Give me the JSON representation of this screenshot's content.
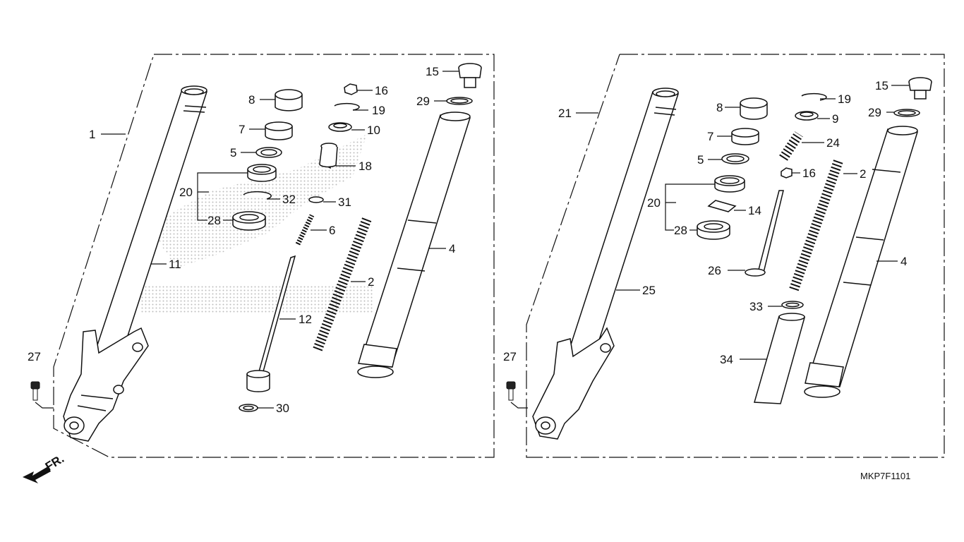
{
  "diagram_code": "MKP7F1101",
  "direction_label": "FR.",
  "left_panel": {
    "callouts": [
      "1",
      "8",
      "7",
      "5",
      "20",
      "28",
      "11",
      "16",
      "19",
      "10",
      "18",
      "32",
      "31",
      "6",
      "12",
      "2",
      "30",
      "15",
      "29",
      "4",
      "27"
    ]
  },
  "right_panel": {
    "callouts": [
      "21",
      "8",
      "7",
      "5",
      "20",
      "28",
      "25",
      "19",
      "9",
      "24",
      "16",
      "14",
      "26",
      "2",
      "33",
      "34",
      "15",
      "29",
      "4",
      "27"
    ]
  },
  "colors": {
    "line": "#111111",
    "watermark": "#c8c8c8",
    "background": "#ffffff"
  }
}
